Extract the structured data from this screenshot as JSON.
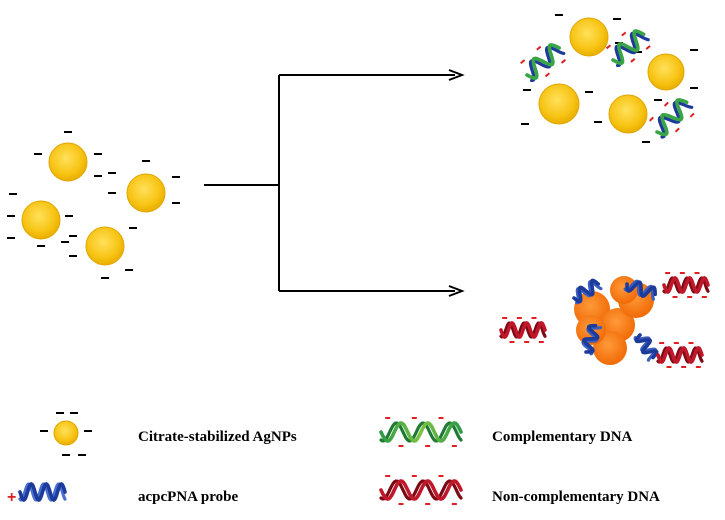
{
  "legend": {
    "agnp_label": "Citrate-stabilized AgNPs",
    "complementary_label": "Complementary DNA",
    "probe_label": "acpcPNA probe",
    "noncomplementary_label": "Non-complementary DNA"
  },
  "colors": {
    "agnp_fill": "#f7c313",
    "agnp_edge": "#e3a800",
    "aggregate_fill": "#f77a10",
    "probe_blue": "#1d3b9a",
    "complementary_green": "#3aa547",
    "noncomplementary_red": "#c0182a",
    "charge_red": "#e02020"
  },
  "icons": {
    "nanoparticle": "nanoparticle-icon",
    "probe": "pna-probe-helix-icon",
    "complementary": "complementary-dna-helix-icon",
    "noncomplementary": "noncomplementary-dna-helix-icon"
  }
}
